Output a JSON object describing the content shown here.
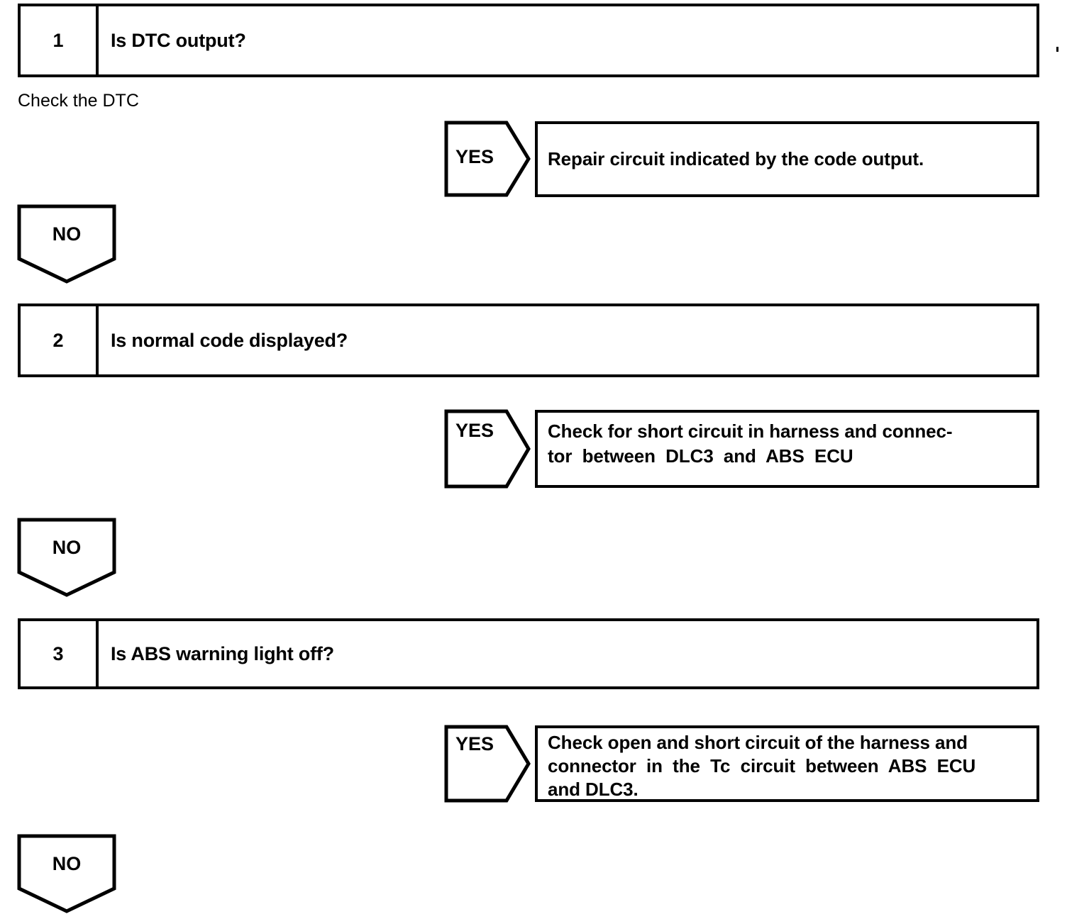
{
  "diagram": {
    "title": "ABS DTC check flow chart",
    "type": "troubleshooting-flowchart",
    "line_color": "#000000",
    "background_color": "#ffffff"
  },
  "steps": [
    {
      "number": "1",
      "question": "Is DTC output?",
      "caption": "Check the DTC",
      "yes_label": "YES",
      "no_label": "NO",
      "yes_result": [
        "Repair circuit indicated by the code output."
      ]
    },
    {
      "number": "2",
      "question": "Is normal code displayed?",
      "yes_label": "YES",
      "no_label": "NO",
      "yes_result": [
        "Check for short circuit in harness and connec-",
        "tor  between  DLC3  and  ABS  ECU"
      ]
    },
    {
      "number": "3",
      "question": "Is ABS warning light off?",
      "yes_label": "YES",
      "no_label": "NO",
      "yes_result": [
        "Check open and short circuit of the harness and",
        "connector  in  the  Tc  circuit  between  ABS  ECU",
        "and DLC3."
      ]
    }
  ]
}
